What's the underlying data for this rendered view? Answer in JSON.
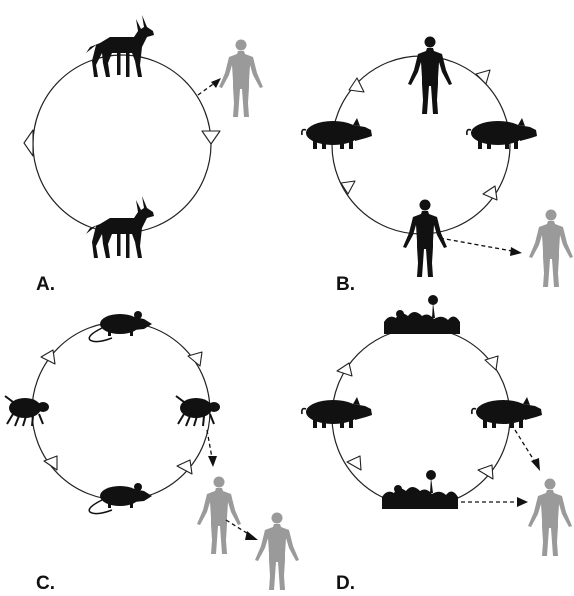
{
  "panels": [
    {
      "label": "A.",
      "hosts": [
        "dog",
        "dog"
      ],
      "spillover": [
        "human"
      ]
    },
    {
      "label": "B.",
      "hosts": [
        "human",
        "pig",
        "human",
        "pig"
      ],
      "spillover": [
        "human"
      ]
    },
    {
      "label": "C.",
      "hosts": [
        "rat",
        "tick",
        "rat",
        "tick"
      ],
      "spillover": [
        "human",
        "human"
      ]
    },
    {
      "label": "D.",
      "hosts": [
        "vegetation",
        "pig",
        "vegetation",
        "pig"
      ],
      "spillover": [
        "human"
      ]
    }
  ],
  "icons": {
    "dog": "dog-silhouette-icon",
    "pig": "pig-silhouette-icon",
    "rat": "rat-silhouette-icon",
    "tick": "tick-silhouette-icon",
    "human": "human-silhouette-icon",
    "vegetation": "vegetation-patch-icon"
  },
  "colors": {
    "host": "#111111",
    "spillover_human": "#9a9a9a",
    "cycle_line": "#222222"
  }
}
